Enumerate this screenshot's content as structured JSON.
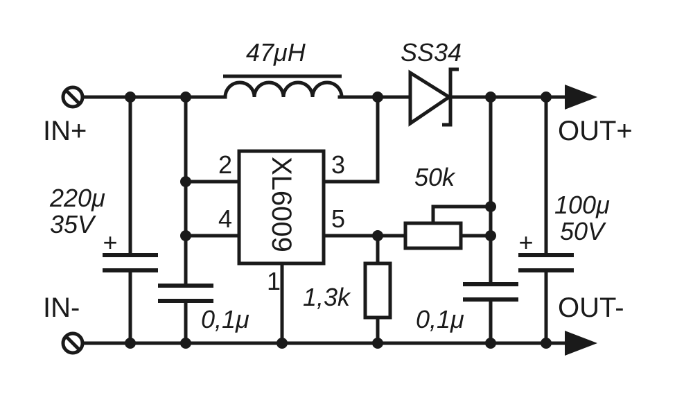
{
  "terminals": {
    "in_plus": "IN+",
    "in_minus": "IN-",
    "out_plus": "OUT+",
    "out_minus": "OUT-"
  },
  "components": {
    "inductor": "47μH",
    "diode": "SS34",
    "ic": "XL6009",
    "potentiometer": "50k",
    "resistor": "1,3k",
    "input_cap_value": "220μ",
    "input_cap_voltage": "35V",
    "input_bypass_cap": "0,1μ",
    "output_bypass_cap": "0,1μ",
    "output_cap_value": "100μ",
    "output_cap_voltage": "50V",
    "polarity_mark": "+"
  },
  "ic_pins": {
    "pin1": "1",
    "pin2": "2",
    "pin3": "3",
    "pin4": "4",
    "pin5": "5"
  }
}
